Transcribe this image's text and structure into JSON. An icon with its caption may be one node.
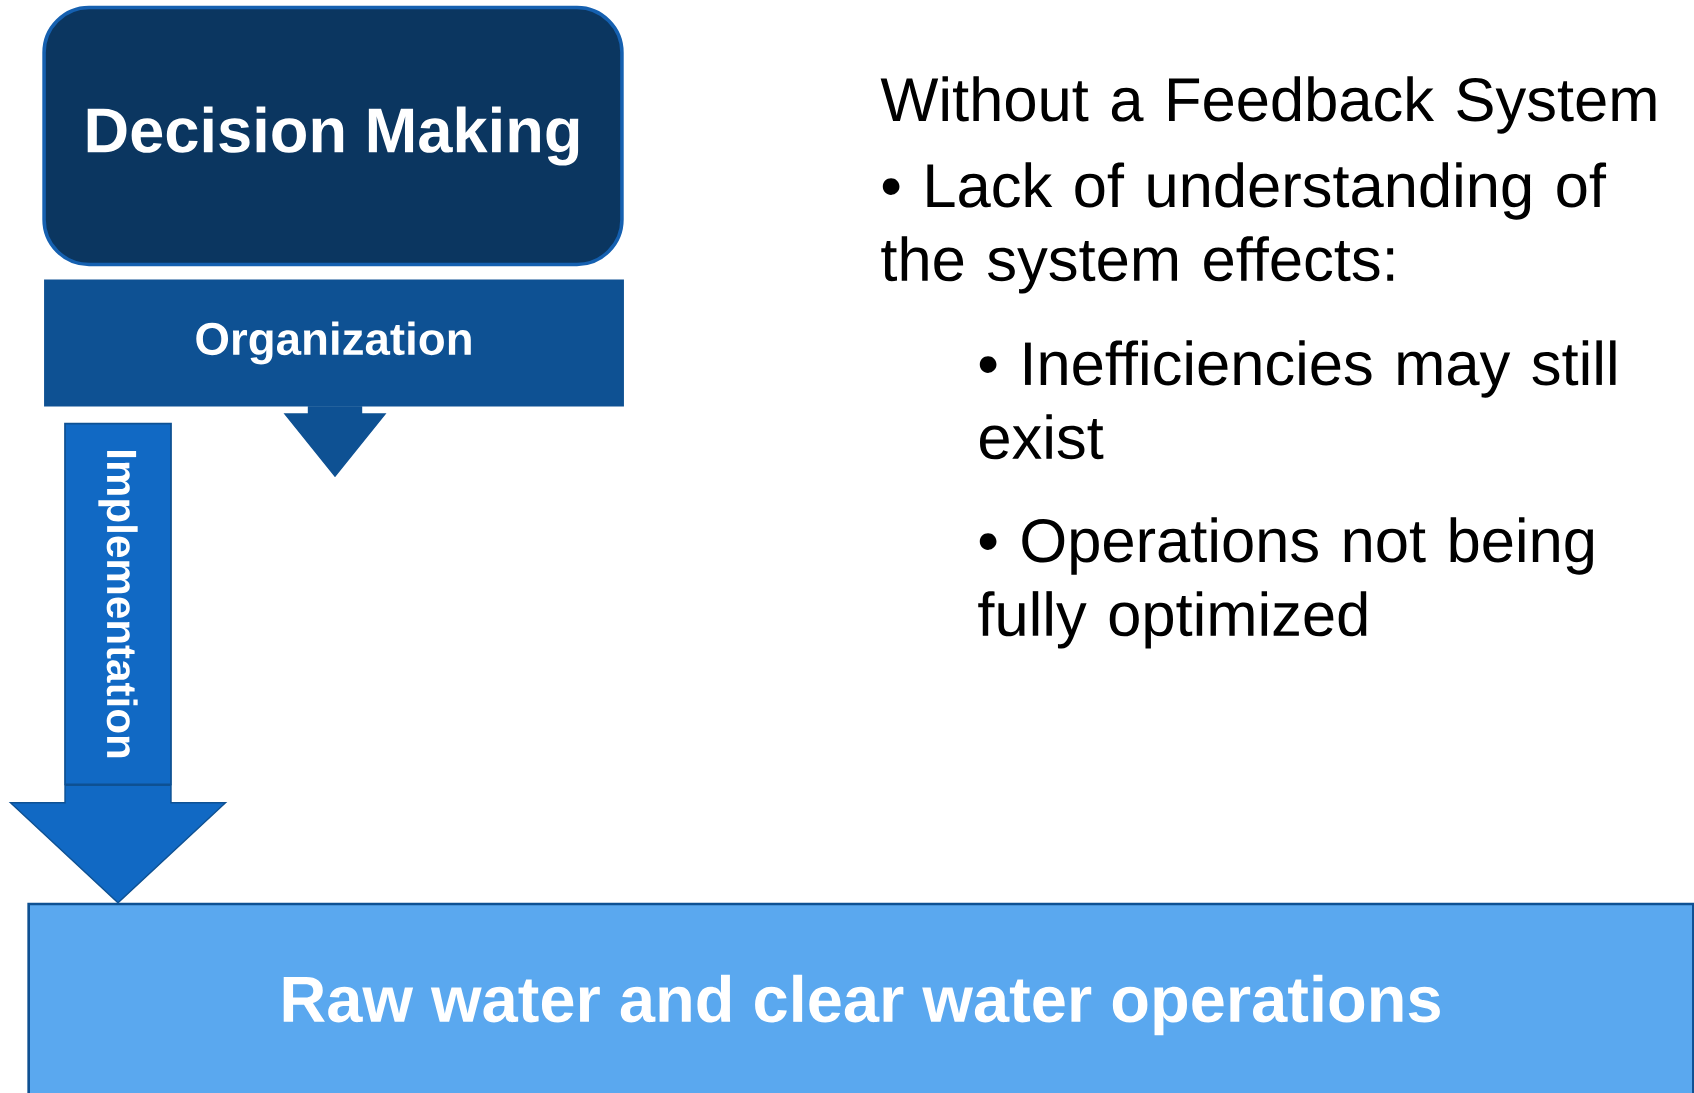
{
  "diagram": {
    "nodes": [
      {
        "text": [
          "Decision Making"
        ]
      },
      {
        "text": [
          "Organization"
        ]
      },
      {
        "text": [
          "Implementation"
        ]
      },
      {
        "text": [
          "Raw water and clear water operations"
        ]
      }
    ],
    "edges": [
      {
        "from": 1,
        "to": null,
        "arrow": "to"
      },
      {
        "from": 2,
        "to": 3,
        "arrow": "to"
      }
    ],
    "labels": [
      "Without a Feedback System",
      "• Lack of understanding of the system effects:",
      "• Inefficiencies may still exist",
      "• Operations not being fully optimized"
    ]
  }
}
